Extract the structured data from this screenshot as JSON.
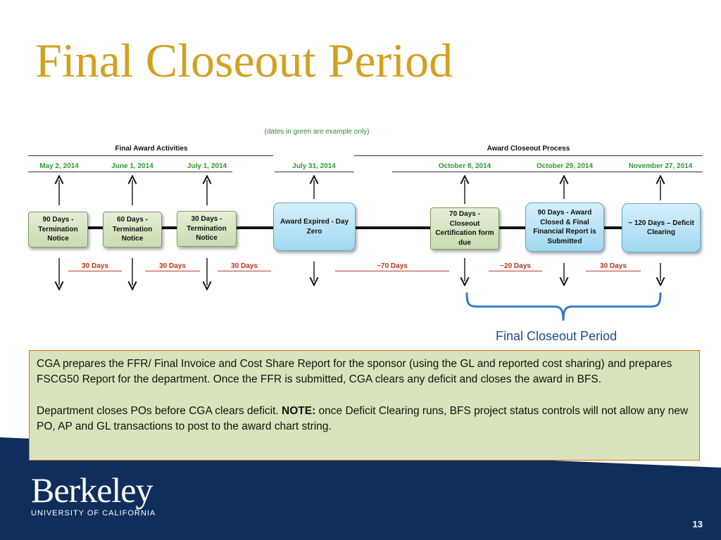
{
  "slide": {
    "title": "Final Closeout Period",
    "note": "(dates in green are example only)",
    "headers": {
      "final_award_activities": "Final Award Activities",
      "award_closeout_process": "Award Closeout Process"
    },
    "dates": [
      "May 2, 2014",
      "June 1, 2014",
      "July 1, 2014",
      "July 31, 2014",
      "October 8, 2014",
      "October 29, 2014",
      "November 27, 2014"
    ],
    "milestones": [
      "90 Days - Termination Notice",
      "60 Days - Termination Notice",
      "30 Days - Termination Notice",
      "Award Expired - Day Zero",
      "70 Days - Closeout Certification form due",
      "90 Days - Award Closed  & Final Financial Report is Submitted",
      "~ 120 Days – Deficit Clearing"
    ],
    "durations": [
      "30 Days",
      "30 Days",
      "30 Days",
      "~70 Days",
      "~20 Days",
      "30 Days"
    ],
    "bracket_label": "Final Closeout Period",
    "body": {
      "paragraph1": "CGA prepares the FFR/ Final Invoice and Cost Share Report for the sponsor (using the GL and reported cost sharing) and prepares FSCG50 Report for the department. Once the FFR is submitted, CGA clears any deficit and closes the award in BFS.",
      "paragraph2_lead": "Department closes POs before CGA clears deficit.  ",
      "paragraph2_bold": "NOTE:",
      "paragraph2_rest": "  once Deficit Clearing runs, BFS project status controls will not allow any new PO, AP and GL transactions to post to the award chart string."
    },
    "logo": {
      "wordmark": "Berkeley",
      "subtitle": "UNIVERSITY OF CALIFORNIA"
    },
    "page_number": "13",
    "colors": {
      "title": "#d4a020",
      "dates": "#2f9a2f",
      "durations": "#b5341b",
      "band": "#0f2e5c",
      "bracket": "#3b78c9",
      "textbox_fill": "#d8e4bc",
      "textbox_border": "#e46c0a"
    }
  }
}
